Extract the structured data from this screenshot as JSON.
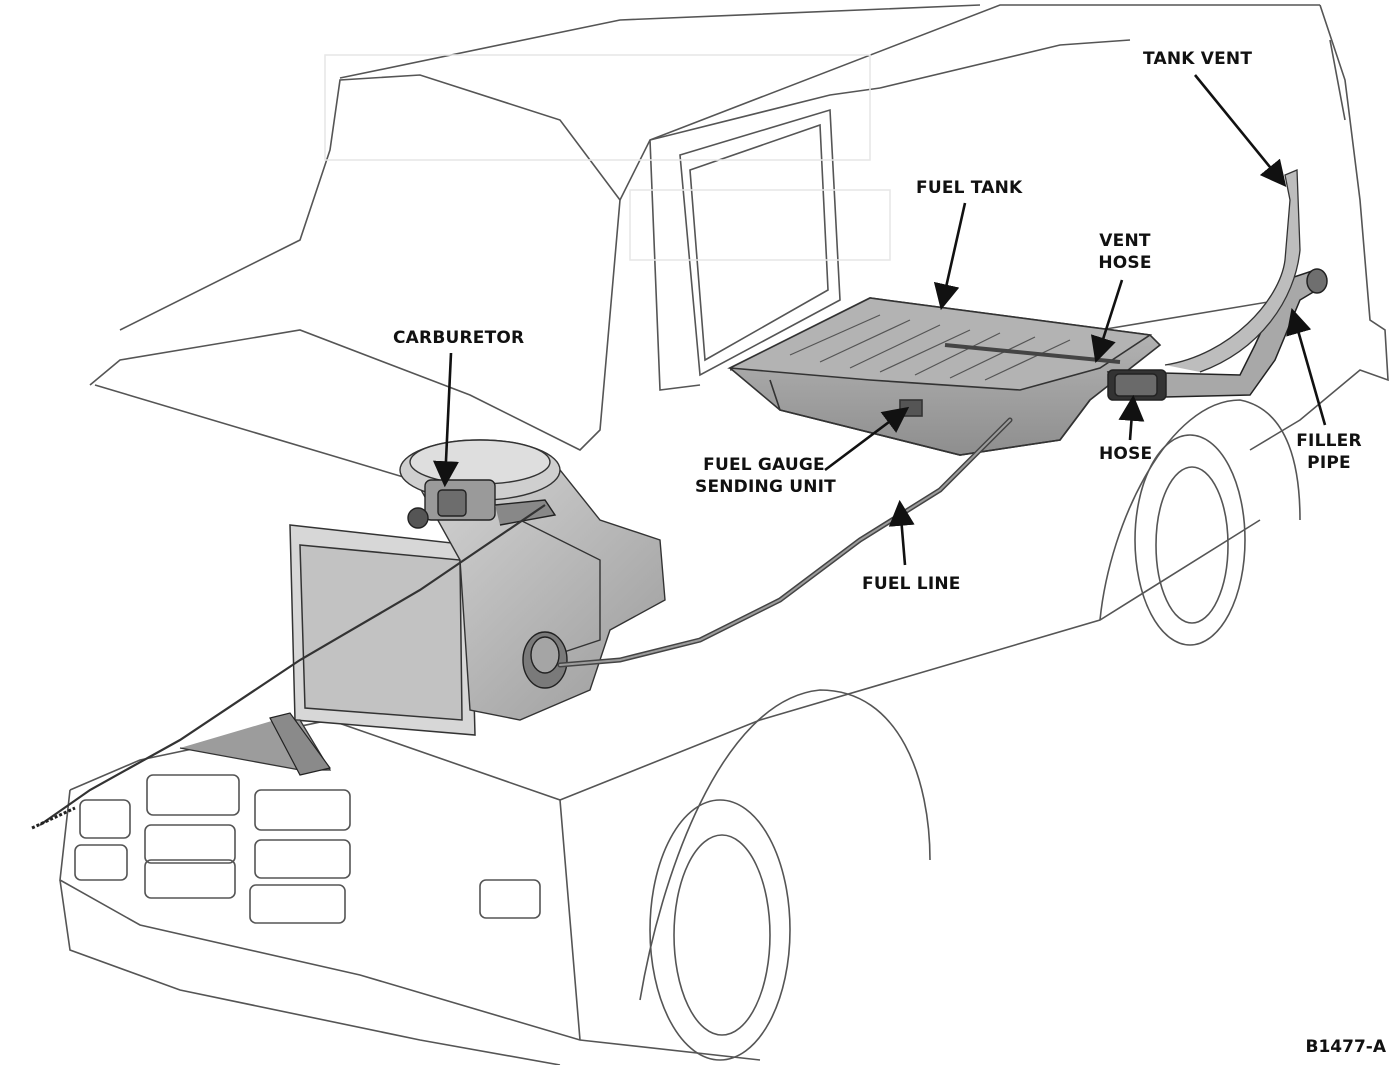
{
  "diagram": {
    "colors": {
      "outline": "#444444",
      "component_fill": "#c8c8c8",
      "component_dark": "#8a8a8a",
      "leader": "#111111",
      "text": "#111111"
    },
    "labels": {
      "tank_vent": "TANK VENT",
      "fuel_tank": "FUEL TANK",
      "vent_hose_1": "VENT",
      "vent_hose_2": "HOSE",
      "carburetor": "CARBURETOR",
      "fuel_gauge_1": "FUEL GAUGE",
      "fuel_gauge_2": "SENDING UNIT",
      "hose": "HOSE",
      "filler_pipe_1": "FILLER",
      "filler_pipe_2": "PIPE",
      "fuel_line": "FUEL LINE"
    },
    "figure_ref": "B1477-A"
  }
}
